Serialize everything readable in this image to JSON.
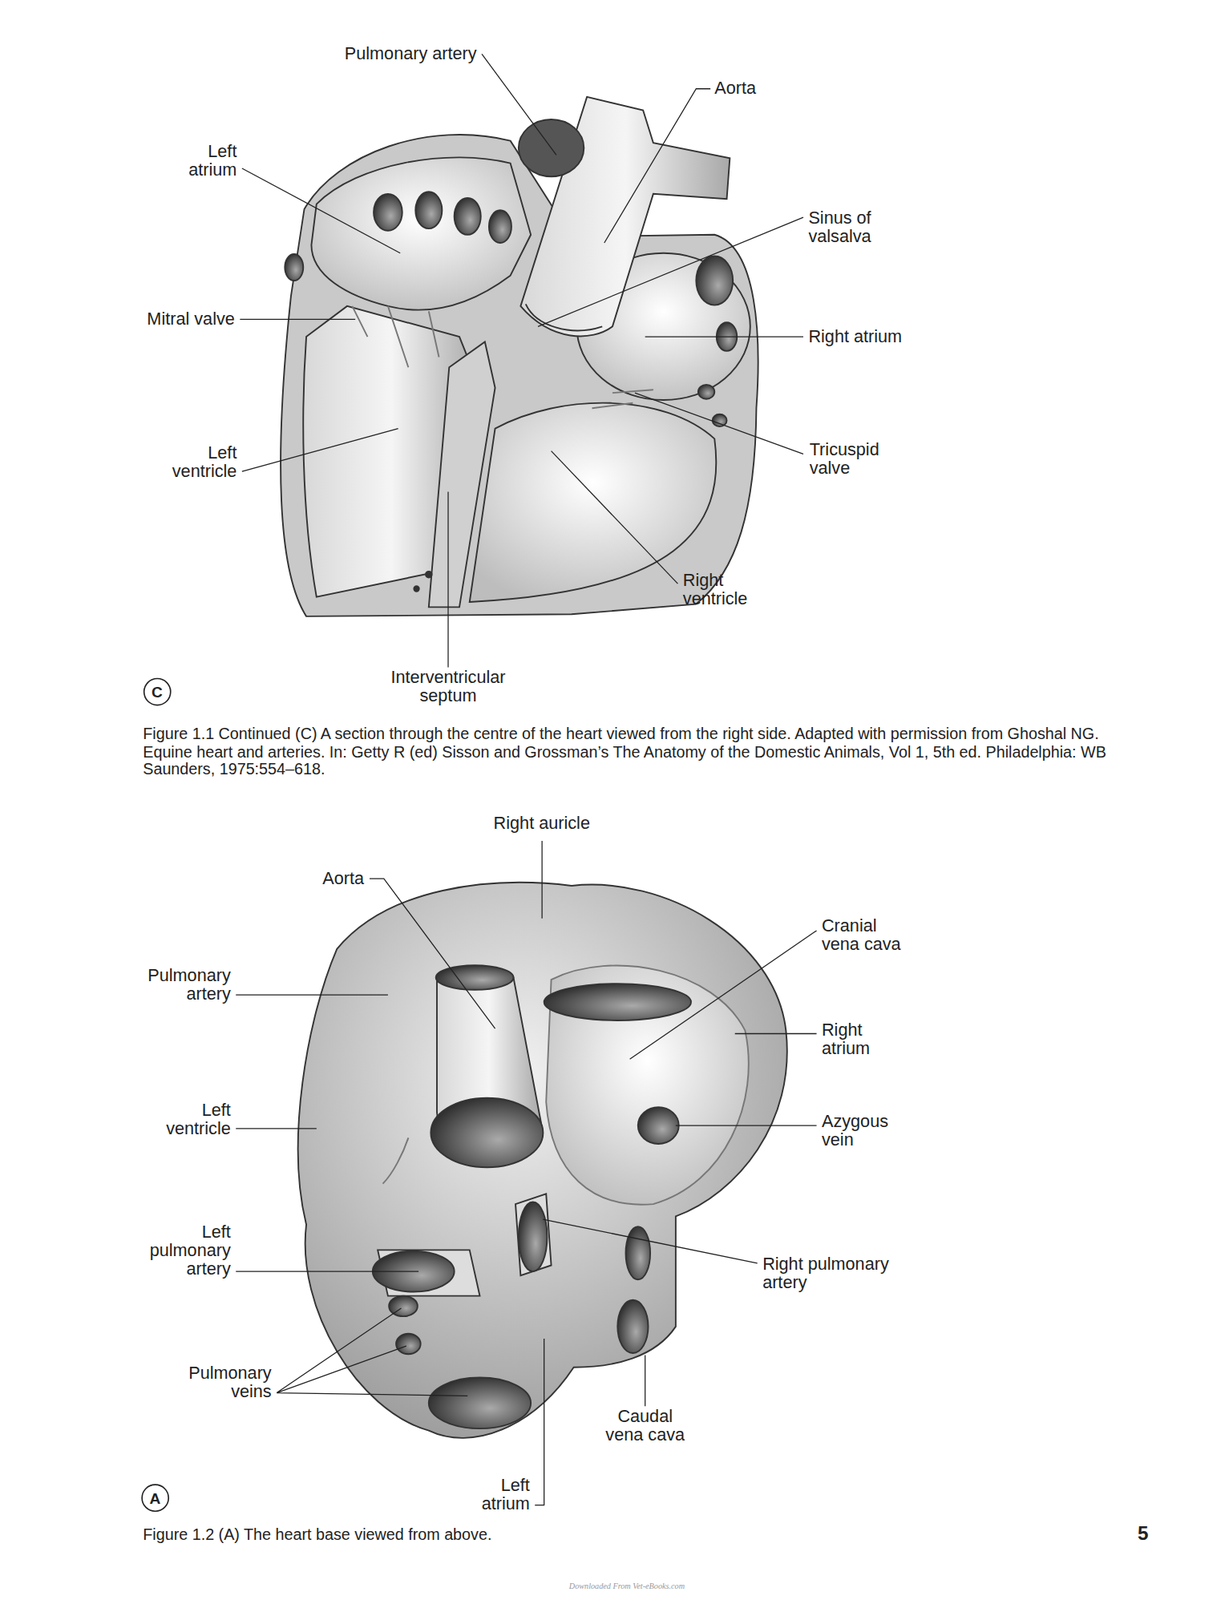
{
  "diagram": {
    "caption": "Figure 1.1 Continued (C) A section through the centre of the heart viewed from the right side. Adapted with permission from Ghoshal NG. Equine heart and arteries. In: Getty R (ed) Sisson and Grossman’s The Anatomy of the Domestic Animals, Vol 1, 5th ed. Philadelphia: WB Saunders, 1975:554–618.",
    "labels": [
      "Pulmonary artery",
      "Aorta",
      "Left atrium",
      "Sinus of valsalva",
      "Right atrium",
      "Mitral valve",
      "Tricuspid valve",
      "Left ventricle",
      "Right ventricle",
      "Interventricular septum",
      "C",
      "Right auricle",
      "Aorta",
      "Cranial vena cava",
      "Pulmonary artery",
      "Right atrium",
      "Left ventricle",
      "Azygous vein",
      "Left pulmonary artery",
      "Right pulmonary artery",
      "Pulmonary veins",
      "Caudal vena cava",
      "A",
      "Left atrium",
      "Figure 1.2 (A) The heart base viewed from above.",
      "5",
      "Downloaded From Vet-eBooks.com"
    ]
  }
}
